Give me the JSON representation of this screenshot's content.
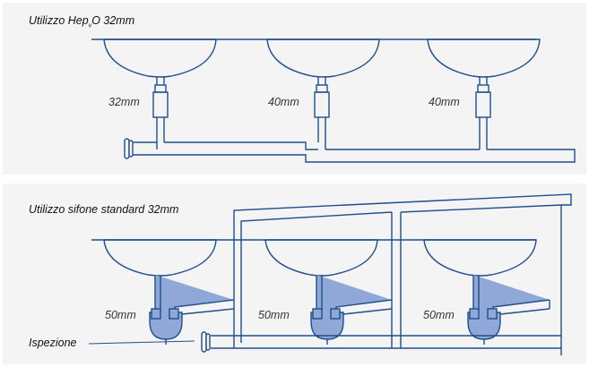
{
  "colors": {
    "stroke": "#1f4e8c",
    "siphon_fill": "#8fa8d8",
    "panel_bg": "#f4f4f4",
    "separator": "#dedede"
  },
  "top_panel": {
    "title_prefix": "Utilizzo Hep",
    "title_sub": "v",
    "title_mid": "O",
    "title_suffix": " 32mm",
    "diameters": [
      "32mm",
      "40mm",
      "40mm"
    ]
  },
  "bottom_panel": {
    "title_main": "Utilizzo sifone standard",
    "title_suffix": " 32mm",
    "diameters": [
      "50mm",
      "50mm",
      "50mm"
    ],
    "annotation": "Ispezione"
  }
}
